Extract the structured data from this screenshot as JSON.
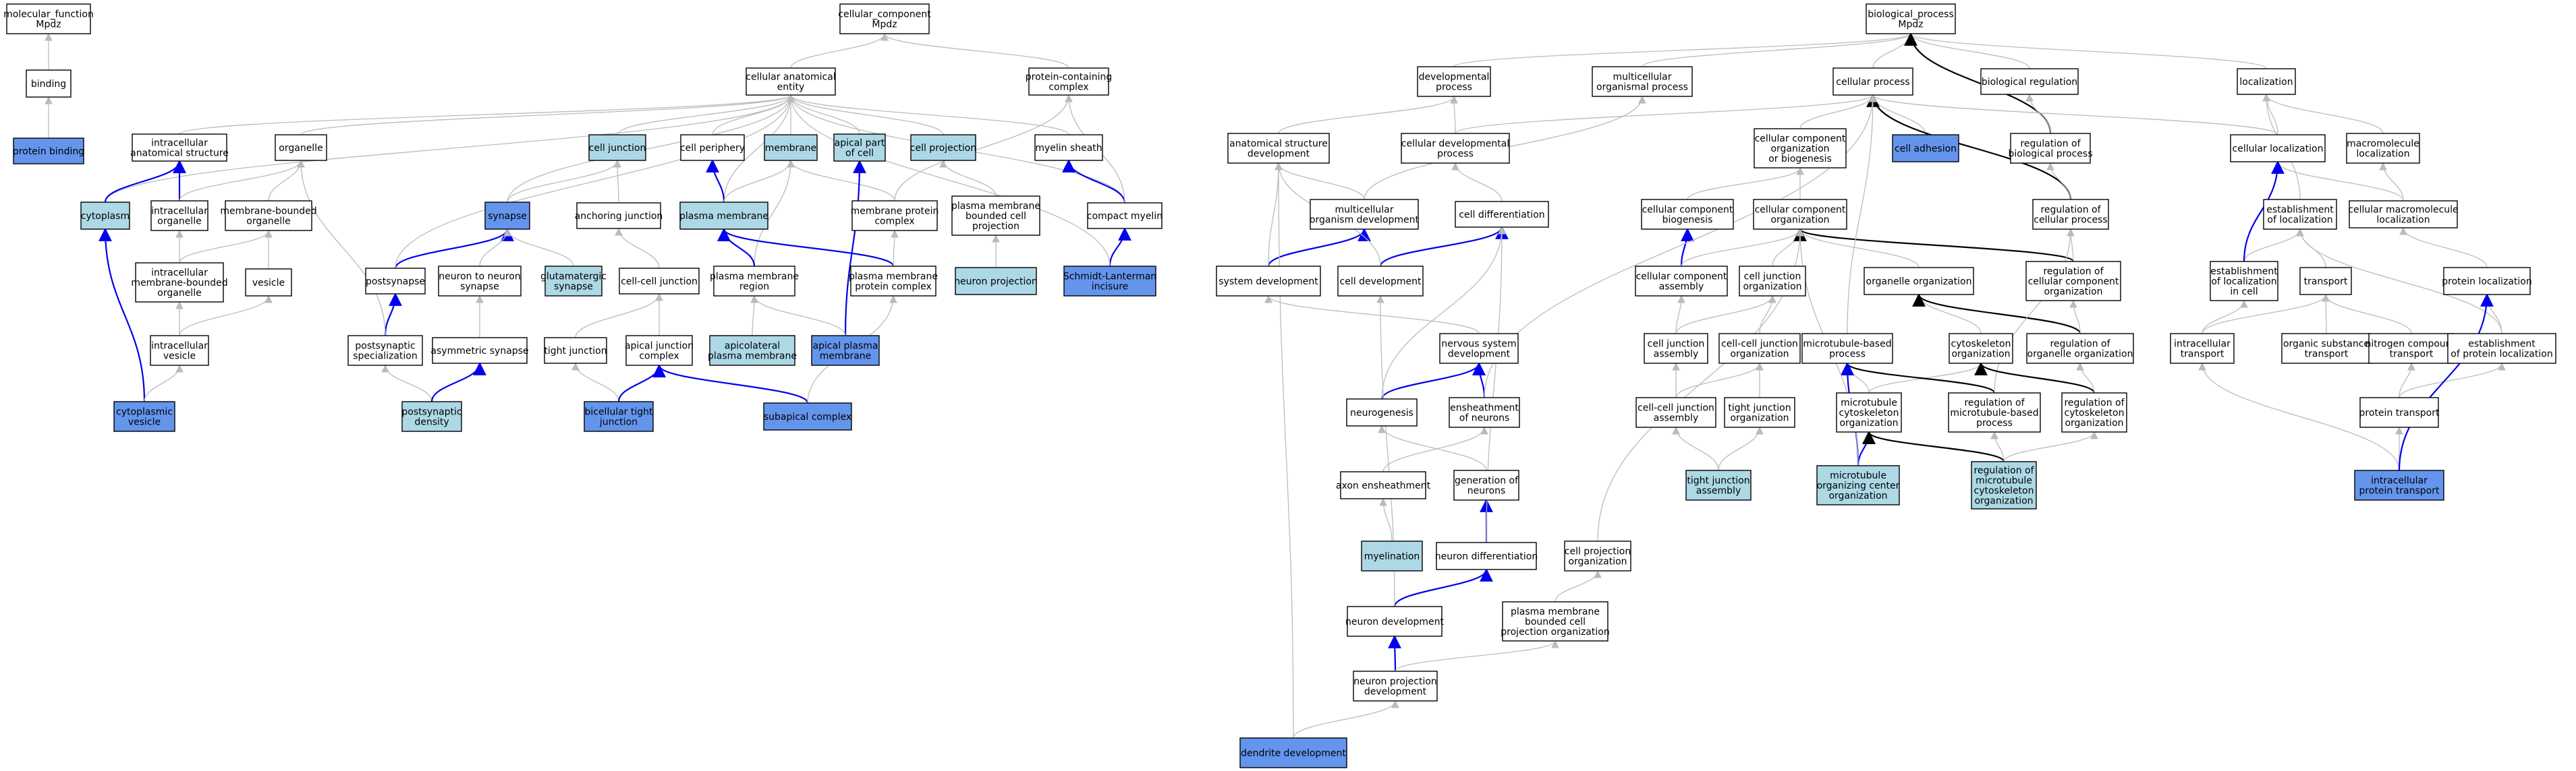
{
  "colors": {
    "white": "#ffffff",
    "light_blue": "#add8e6",
    "blue": "#6495ed",
    "edge_gray": "#bbbbbb",
    "edge_blue": "#0000ee",
    "edge_black": "#000000"
  },
  "nodes": {
    "molfun": {
      "label": "molecular_function\nMpdz",
      "fill": "white"
    },
    "binding": {
      "label": "binding",
      "fill": "white"
    },
    "protbind": {
      "label": "protein binding",
      "fill": "blue"
    },
    "cellcomp": {
      "label": "cellular_component\nMpdz",
      "fill": "white"
    },
    "cae": {
      "label": "cellular anatomical\nentity",
      "fill": "white"
    },
    "pcc": {
      "label": "protein-containing\ncomplex",
      "fill": "white"
    },
    "ias": {
      "label": "intracellular\nanatomical structure",
      "fill": "white"
    },
    "organelle": {
      "label": "organelle",
      "fill": "white"
    },
    "celljunc": {
      "label": "cell junction",
      "fill": "light_blue"
    },
    "cellperiph": {
      "label": "cell periphery",
      "fill": "white"
    },
    "membrane": {
      "label": "membrane",
      "fill": "light_blue"
    },
    "apicalpart": {
      "label": "apical part\nof cell",
      "fill": "light_blue"
    },
    "cellproj": {
      "label": "cell projection",
      "fill": "light_blue"
    },
    "myelinsheath": {
      "label": "myelin sheath",
      "fill": "white"
    },
    "cytoplasm": {
      "label": "cytoplasm",
      "fill": "light_blue"
    },
    "intorg": {
      "label": "intracellular\norganelle",
      "fill": "white"
    },
    "mborg": {
      "label": "membrane-bounded\norganelle",
      "fill": "white"
    },
    "synapse": {
      "label": "synapse",
      "fill": "blue"
    },
    "anchjunc": {
      "label": "anchoring junction",
      "fill": "white"
    },
    "plasmamem": {
      "label": "plasma membrane",
      "fill": "light_blue"
    },
    "memprotcx": {
      "label": "membrane protein\ncomplex",
      "fill": "white"
    },
    "pmbcp": {
      "label": "plasma membrane\nbounded cell\nprojection",
      "fill": "white"
    },
    "compactmyelin": {
      "label": "compact myelin",
      "fill": "white"
    },
    "imbo": {
      "label": "intracellular\nmembrane-bounded\norganelle",
      "fill": "white"
    },
    "vesicle": {
      "label": "vesicle",
      "fill": "white"
    },
    "postsynapse": {
      "label": "postsynapse",
      "fill": "white"
    },
    "n2nsyn": {
      "label": "neuron to neuron\nsynapse",
      "fill": "white"
    },
    "glutsyn": {
      "label": "glutamatergic\nsynapse",
      "fill": "light_blue"
    },
    "ccjunc": {
      "label": "cell-cell junction",
      "fill": "white"
    },
    "pmregion": {
      "label": "plasma membrane\nregion",
      "fill": "white"
    },
    "pmprotcx": {
      "label": "plasma membrane\nprotein complex",
      "fill": "white"
    },
    "neuronproj": {
      "label": "neuron projection",
      "fill": "light_blue"
    },
    "schmidt": {
      "label": "Schmidt-Lanterman\nincisure",
      "fill": "blue"
    },
    "intvesicle": {
      "label": "intracellular\nvesicle",
      "fill": "white"
    },
    "postspec": {
      "label": "postsynaptic\nspecialization",
      "fill": "white"
    },
    "asymsyn": {
      "label": "asymmetric synapse",
      "fill": "white"
    },
    "tightjunc": {
      "label": "tight junction",
      "fill": "white"
    },
    "apjunccx": {
      "label": "apical junction\ncomplex",
      "fill": "white"
    },
    "apicolat": {
      "label": "apicolateral\nplasma membrane",
      "fill": "light_blue"
    },
    "apicalpm": {
      "label": "apical plasma\nmembrane",
      "fill": "blue"
    },
    "cytovesicle": {
      "label": "cytoplasmic\nvesicle",
      "fill": "blue"
    },
    "psd": {
      "label": "postsynaptic\ndensity",
      "fill": "light_blue"
    },
    "bicellular": {
      "label": "bicellular tight\njunction",
      "fill": "blue"
    },
    "subapical": {
      "label": "subapical complex",
      "fill": "blue"
    },
    "bioproc": {
      "label": "biological_process\nMpdz",
      "fill": "white"
    },
    "devproc": {
      "label": "developmental\nprocess",
      "fill": "white"
    },
    "mcorgproc": {
      "label": "multicellular\norganismal process",
      "fill": "white"
    },
    "cellproc": {
      "label": "cellular process",
      "fill": "white"
    },
    "bioreg": {
      "label": "biological regulation",
      "fill": "white"
    },
    "localization": {
      "label": "localization",
      "fill": "white"
    },
    "asdev": {
      "label": "anatomical structure\ndevelopment",
      "fill": "white"
    },
    "celldevproc": {
      "label": "cellular developmental\nprocess",
      "fill": "white"
    },
    "ccob": {
      "label": "cellular component\norganization\nor biogenesis",
      "fill": "white"
    },
    "celladh": {
      "label": "cell adhesion",
      "fill": "blue"
    },
    "regbioproc": {
      "label": "regulation of\nbiological process",
      "fill": "white"
    },
    "cellloc": {
      "label": "cellular localization",
      "fill": "white"
    },
    "macroloc": {
      "label": "macromolecule\nlocalization",
      "fill": "white"
    },
    "mcorgdev": {
      "label": "multicellular\norganism development",
      "fill": "white"
    },
    "celldiff": {
      "label": "cell differentiation",
      "fill": "white"
    },
    "ccbiogen": {
      "label": "cellular component\nbiogenesis",
      "fill": "white"
    },
    "ccorg": {
      "label": "cellular component\norganization",
      "fill": "white"
    },
    "regcellproc": {
      "label": "regulation of\ncellular process",
      "fill": "white"
    },
    "estloc": {
      "label": "establishment\nof localization",
      "fill": "white"
    },
    "cellmacroloc": {
      "label": "cellular macromolecule\nlocalization",
      "fill": "white"
    },
    "sysdev": {
      "label": "system development",
      "fill": "white"
    },
    "celldev": {
      "label": "cell development",
      "fill": "white"
    },
    "ccassembly": {
      "label": "cellular component\nassembly",
      "fill": "white"
    },
    "celljuncorg": {
      "label": "cell junction\norganization",
      "fill": "white"
    },
    "organelleorg": {
      "label": "organelle organization",
      "fill": "white"
    },
    "regccorg": {
      "label": "regulation of\ncellular component\norganization",
      "fill": "white"
    },
    "estlocincell": {
      "label": "establishment\nof localization\nin cell",
      "fill": "white"
    },
    "transport": {
      "label": "transport",
      "fill": "white"
    },
    "protloc": {
      "label": "protein localization",
      "fill": "white"
    },
    "nsdev": {
      "label": "nervous system\ndevelopment",
      "fill": "white"
    },
    "cjassembly": {
      "label": "cell junction\nassembly",
      "fill": "white"
    },
    "ccjorg": {
      "label": "cell-cell junction\norganization",
      "fill": "white"
    },
    "mtbproc": {
      "label": "microtubule-based\nprocess",
      "fill": "white"
    },
    "cytoskorg": {
      "label": "cytoskeleton\norganization",
      "fill": "white"
    },
    "regorgorg": {
      "label": "regulation of\norganelle organization",
      "fill": "white"
    },
    "inttransport": {
      "label": "intracellular\ntransport",
      "fill": "white"
    },
    "orgsubtr": {
      "label": "organic substance\ntransport",
      "fill": "white"
    },
    "nctransport": {
      "label": "nitrogen compound\ntransport",
      "fill": "white"
    },
    "estprotloc": {
      "label": "establishment\nof protein localization",
      "fill": "white"
    },
    "neurogenesis": {
      "label": "neurogenesis",
      "fill": "white"
    },
    "enshneurons": {
      "label": "ensheathment\nof neurons",
      "fill": "white"
    },
    "ccjassembly": {
      "label": "cell-cell junction\nassembly",
      "fill": "white"
    },
    "tjorg": {
      "label": "tight junction\norganization",
      "fill": "white"
    },
    "mtcytoorg": {
      "label": "microtubule\ncytoskeleton\norganization",
      "fill": "white"
    },
    "regmtbproc": {
      "label": "regulation of\nmicrotubule-based\nprocess",
      "fill": "white"
    },
    "regcytoorg": {
      "label": "regulation of\ncytoskeleton\norganization",
      "fill": "white"
    },
    "prottransport": {
      "label": "protein transport",
      "fill": "white"
    },
    "axonensh": {
      "label": "axon ensheathment",
      "fill": "white"
    },
    "genneurons": {
      "label": "generation of\nneurons",
      "fill": "white"
    },
    "tjassembly": {
      "label": "tight junction\nassembly",
      "fill": "light_blue"
    },
    "mtoc": {
      "label": "microtubule\norganizing center\norganization",
      "fill": "light_blue"
    },
    "regmtcyto": {
      "label": "regulation of\nmicrotubule\ncytoskeleton\norganization",
      "fill": "light_blue"
    },
    "intprottr": {
      "label": "intracellular\nprotein transport",
      "fill": "blue"
    },
    "myelination": {
      "label": "myelination",
      "fill": "light_blue"
    },
    "neurondiff": {
      "label": "neuron differentiation",
      "fill": "white"
    },
    "cellprojorg": {
      "label": "cell projection\norganization",
      "fill": "white"
    },
    "neurondev": {
      "label": "neuron development",
      "fill": "white"
    },
    "pmbcpo": {
      "label": "plasma membrane\nbounded cell\nprojection organization",
      "fill": "white"
    },
    "npdev": {
      "label": "neuron projection\ndevelopment",
      "fill": "white"
    },
    "dendritedev": {
      "label": "dendrite development",
      "fill": "blue"
    }
  },
  "edges": [
    [
      "binding",
      "molfun",
      "gray"
    ],
    [
      "protbind",
      "binding",
      "gray"
    ],
    [
      "cae",
      "cellcomp",
      "gray"
    ],
    [
      "pcc",
      "cellcomp",
      "gray"
    ],
    [
      "ias",
      "cae",
      "gray"
    ],
    [
      "organelle",
      "cae",
      "gray"
    ],
    [
      "celljunc",
      "cae",
      "gray"
    ],
    [
      "cellperiph",
      "cae",
      "gray"
    ],
    [
      "membrane",
      "cae",
      "gray"
    ],
    [
      "apicalpart",
      "cae",
      "gray"
    ],
    [
      "cellproj",
      "cae",
      "gray"
    ],
    [
      "myelinsheath",
      "cae",
      "gray"
    ],
    [
      "cytoplasm",
      "cae",
      "gray"
    ],
    [
      "synapse",
      "cae",
      "gray"
    ],
    [
      "plasmamem",
      "cae",
      "gray"
    ],
    [
      "compactmyelin",
      "cae",
      "gray"
    ],
    [
      "cytoplasm",
      "ias",
      "blue"
    ],
    [
      "intorg",
      "ias",
      "blue"
    ],
    [
      "intorg",
      "organelle",
      "gray"
    ],
    [
      "mborg",
      "organelle",
      "gray"
    ],
    [
      "synapse",
      "celljunc",
      "gray"
    ],
    [
      "anchjunc",
      "celljunc",
      "gray"
    ],
    [
      "plasmamem",
      "cellperiph",
      "blue"
    ],
    [
      "plasmamem",
      "membrane",
      "gray"
    ],
    [
      "pmregion",
      "membrane",
      "gray"
    ],
    [
      "memprotcx",
      "membrane",
      "gray"
    ],
    [
      "apicalpm",
      "apicalpart",
      "blue"
    ],
    [
      "memprotcx",
      "pcc",
      "gray"
    ],
    [
      "pmbcp",
      "cellproj",
      "gray"
    ],
    [
      "compactmyelin",
      "myelinsheath",
      "blue"
    ],
    [
      "compactmyelin",
      "pcc",
      "gray"
    ],
    [
      "imbo",
      "intorg",
      "gray"
    ],
    [
      "imbo",
      "mborg",
      "gray"
    ],
    [
      "vesicle",
      "mborg",
      "gray"
    ],
    [
      "postsynapse",
      "synapse",
      "blue"
    ],
    [
      "postsynapse",
      "cae",
      "gray"
    ],
    [
      "n2nsyn",
      "synapse",
      "gray"
    ],
    [
      "glutsyn",
      "synapse",
      "gray"
    ],
    [
      "ccjunc",
      "anchjunc",
      "gray"
    ],
    [
      "pmregion",
      "plasmamem",
      "blue"
    ],
    [
      "pmprotcx",
      "plasmamem",
      "blue"
    ],
    [
      "pmprotcx",
      "memprotcx",
      "gray"
    ],
    [
      "neuronproj",
      "pmbcp",
      "gray"
    ],
    [
      "schmidt",
      "compactmyelin",
      "blue"
    ],
    [
      "schmidt",
      "cae",
      "gray"
    ],
    [
      "intvesicle",
      "imbo",
      "gray"
    ],
    [
      "intvesicle",
      "vesicle",
      "gray"
    ],
    [
      "postspec",
      "postsynapse",
      "blue"
    ],
    [
      "postspec",
      "organelle",
      "gray"
    ],
    [
      "asymsyn",
      "n2nsyn",
      "gray"
    ],
    [
      "tightjunc",
      "ccjunc",
      "gray"
    ],
    [
      "apjunccx",
      "ccjunc",
      "gray"
    ],
    [
      "apicolat",
      "pmregion",
      "gray"
    ],
    [
      "apicalpm",
      "pmregion",
      "gray"
    ],
    [
      "cytovesicle",
      "cytoplasm",
      "blue"
    ],
    [
      "cytovesicle",
      "intvesicle",
      "gray"
    ],
    [
      "psd",
      "postspec",
      "gray"
    ],
    [
      "psd",
      "asymsyn",
      "blue"
    ],
    [
      "bicellular",
      "tightjunc",
      "gray"
    ],
    [
      "bicellular",
      "apjunccx",
      "blue"
    ],
    [
      "subapical",
      "apjunccx",
      "blue"
    ],
    [
      "subapical",
      "pmprotcx",
      "gray"
    ],
    [
      "devproc",
      "bioproc",
      "gray"
    ],
    [
      "mcorgproc",
      "bioproc",
      "gray"
    ],
    [
      "cellproc",
      "bioproc",
      "gray"
    ],
    [
      "bioreg",
      "bioproc",
      "gray"
    ],
    [
      "localization",
      "bioproc",
      "gray"
    ],
    [
      "regbioproc",
      "bioproc",
      "black"
    ],
    [
      "asdev",
      "devproc",
      "gray"
    ],
    [
      "celldevproc",
      "devproc",
      "gray"
    ],
    [
      "celldevproc",
      "cellproc",
      "gray"
    ],
    [
      "ccob",
      "cellproc",
      "gray"
    ],
    [
      "celladh",
      "cellproc",
      "gray"
    ],
    [
      "regbioproc",
      "bioreg",
      "gray"
    ],
    [
      "regcellproc",
      "cellproc",
      "black"
    ],
    [
      "cellloc",
      "cellproc",
      "gray"
    ],
    [
      "cellloc",
      "localization",
      "gray"
    ],
    [
      "macroloc",
      "localization",
      "gray"
    ],
    [
      "mcorgdev",
      "asdev",
      "gray"
    ],
    [
      "mcorgdev",
      "mcorgproc",
      "gray"
    ],
    [
      "celldiff",
      "celldevproc",
      "gray"
    ],
    [
      "ccbiogen",
      "ccob",
      "gray"
    ],
    [
      "ccorg",
      "ccob",
      "gray"
    ],
    [
      "regcellproc",
      "regbioproc",
      "gray"
    ],
    [
      "estloc",
      "localization",
      "gray"
    ],
    [
      "cellmacroloc",
      "cellloc",
      "gray"
    ],
    [
      "cellmacroloc",
      "macroloc",
      "gray"
    ],
    [
      "sysdev",
      "mcorgdev",
      "blue"
    ],
    [
      "sysdev",
      "asdev",
      "gray"
    ],
    [
      "celldev",
      "celldiff",
      "blue"
    ],
    [
      "celldev",
      "asdev",
      "gray"
    ],
    [
      "ccassembly",
      "ccbiogen",
      "blue"
    ],
    [
      "ccassembly",
      "ccorg",
      "gray"
    ],
    [
      "celljuncorg",
      "ccorg",
      "gray"
    ],
    [
      "organelleorg",
      "ccorg",
      "gray"
    ],
    [
      "regccorg",
      "ccorg",
      "black"
    ],
    [
      "regccorg",
      "regcellproc",
      "gray"
    ],
    [
      "estlocincell",
      "estloc",
      "gray"
    ],
    [
      "estlocincell",
      "cellloc",
      "blue"
    ],
    [
      "transport",
      "estloc",
      "gray"
    ],
    [
      "protloc",
      "cellmacroloc",
      "gray"
    ],
    [
      "nsdev",
      "sysdev",
      "gray"
    ],
    [
      "cjassembly",
      "ccassembly",
      "gray"
    ],
    [
      "cjassembly",
      "celljuncorg",
      "gray"
    ],
    [
      "ccjorg",
      "celljuncorg",
      "gray"
    ],
    [
      "mtbproc",
      "cellproc",
      "gray"
    ],
    [
      "cytoskorg",
      "organelleorg",
      "gray"
    ],
    [
      "regorgorg",
      "organelleorg",
      "black"
    ],
    [
      "regorgorg",
      "regccorg",
      "gray"
    ],
    [
      "inttransport",
      "estlocincell",
      "gray"
    ],
    [
      "inttransport",
      "transport",
      "gray"
    ],
    [
      "orgsubtr",
      "transport",
      "gray"
    ],
    [
      "nctransport",
      "transport",
      "gray"
    ],
    [
      "estprotloc",
      "protloc",
      "gray"
    ],
    [
      "estprotloc",
      "estloc",
      "gray"
    ],
    [
      "neurogenesis",
      "nsdev",
      "blue"
    ],
    [
      "neurogenesis",
      "celldiff",
      "gray"
    ],
    [
      "enshneurons",
      "nsdev",
      "blue"
    ],
    [
      "enshneurons",
      "cellproc",
      "gray"
    ],
    [
      "ccjassembly",
      "cjassembly",
      "gray"
    ],
    [
      "ccjassembly",
      "ccjorg",
      "gray"
    ],
    [
      "tjorg",
      "ccjorg",
      "gray"
    ],
    [
      "mtcytoorg",
      "mtbproc",
      "gray"
    ],
    [
      "mtcytoorg",
      "cytoskorg",
      "gray"
    ],
    [
      "regmtbproc",
      "mtbproc",
      "black"
    ],
    [
      "regmtbproc",
      "regcellproc",
      "gray"
    ],
    [
      "regcytoorg",
      "cytoskorg",
      "black"
    ],
    [
      "regcytoorg",
      "regorgorg",
      "gray"
    ],
    [
      "prottransport",
      "estprotloc",
      "gray"
    ],
    [
      "prottransport",
      "nctransport",
      "gray"
    ],
    [
      "axonensh",
      "enshneurons",
      "gray"
    ],
    [
      "genneurons",
      "neurogenesis",
      "gray"
    ],
    [
      "tjassembly",
      "ccjassembly",
      "gray"
    ],
    [
      "tjassembly",
      "tjorg",
      "gray"
    ],
    [
      "mtoc",
      "mtcytoorg",
      "blue"
    ],
    [
      "mtoc",
      "mtbproc",
      "blue"
    ],
    [
      "mtoc",
      "ccorg",
      "gray"
    ],
    [
      "regmtcyto",
      "mtcytoorg",
      "black"
    ],
    [
      "regmtcyto",
      "regmtbproc",
      "gray"
    ],
    [
      "regmtcyto",
      "regcytoorg",
      "gray"
    ],
    [
      "intprottr",
      "prottransport",
      "gray"
    ],
    [
      "intprottr",
      "inttransport",
      "gray"
    ],
    [
      "intprottr",
      "protloc",
      "blue"
    ],
    [
      "myelination",
      "axonensh",
      "gray"
    ],
    [
      "neurondiff",
      "genneurons",
      "blue"
    ],
    [
      "neurondiff",
      "celldiff",
      "gray"
    ],
    [
      "cellprojorg",
      "ccorg",
      "gray"
    ],
    [
      "neurondev",
      "neurondiff",
      "blue"
    ],
    [
      "neurondev",
      "celldev",
      "gray"
    ],
    [
      "pmbcpo",
      "cellprojorg",
      "gray"
    ],
    [
      "npdev",
      "neurondev",
      "blue"
    ],
    [
      "npdev",
      "pmbcpo",
      "gray"
    ],
    [
      "dendritedev",
      "npdev",
      "gray"
    ],
    [
      "dendritedev",
      "asdev",
      "gray"
    ]
  ]
}
